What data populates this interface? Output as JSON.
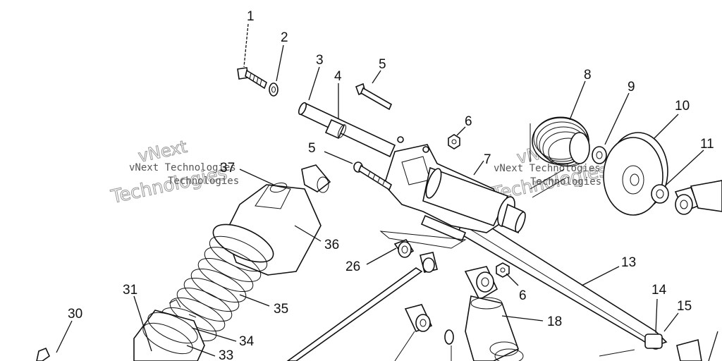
{
  "diagram": {
    "callouts": [
      "1",
      "2",
      "3",
      "4",
      "5",
      "5",
      "6",
      "6",
      "7",
      "8",
      "9",
      "10",
      "11",
      "13",
      "14",
      "15",
      "18",
      "26",
      "30",
      "31",
      "33",
      "34",
      "35",
      "36",
      "37"
    ],
    "watermark": {
      "line1": "vNext",
      "line2": "Technologies",
      "small": "vNext Technologies"
    }
  }
}
